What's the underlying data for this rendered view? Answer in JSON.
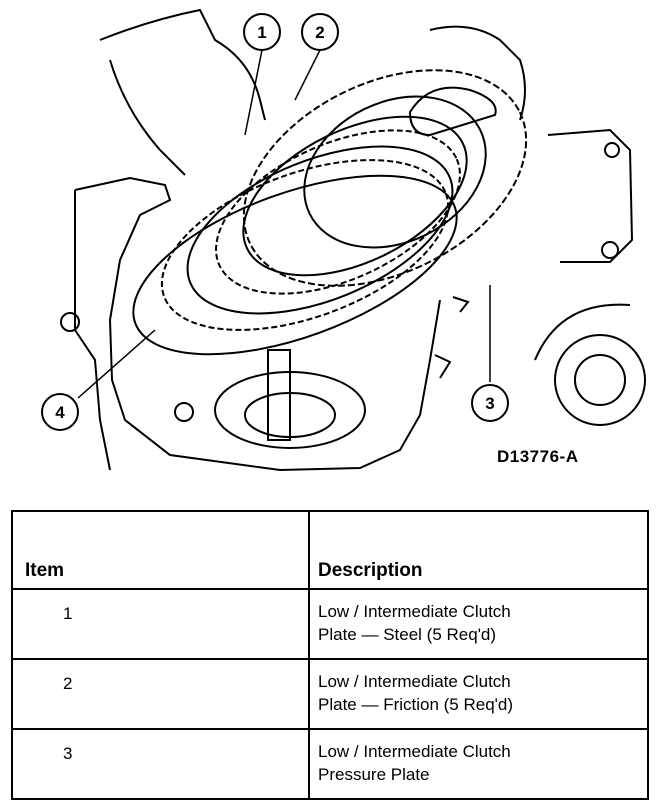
{
  "figure": {
    "code": "D13776-A",
    "callouts": [
      {
        "label": "1"
      },
      {
        "label": "2"
      },
      {
        "label": "3"
      },
      {
        "label": "4"
      }
    ]
  },
  "table": {
    "headers": {
      "item": "Item",
      "description": "Description"
    },
    "rows": [
      {
        "item": "1",
        "line1": "Low / Intermediate Clutch",
        "line2": "Plate — Steel (5 Req'd)"
      },
      {
        "item": "2",
        "line1": "Low / Intermediate Clutch",
        "line2": "Plate — Friction (5 Req'd)"
      },
      {
        "item": "3",
        "line1": "Low / Intermediate Clutch",
        "line2": "Pressure Plate"
      }
    ]
  }
}
